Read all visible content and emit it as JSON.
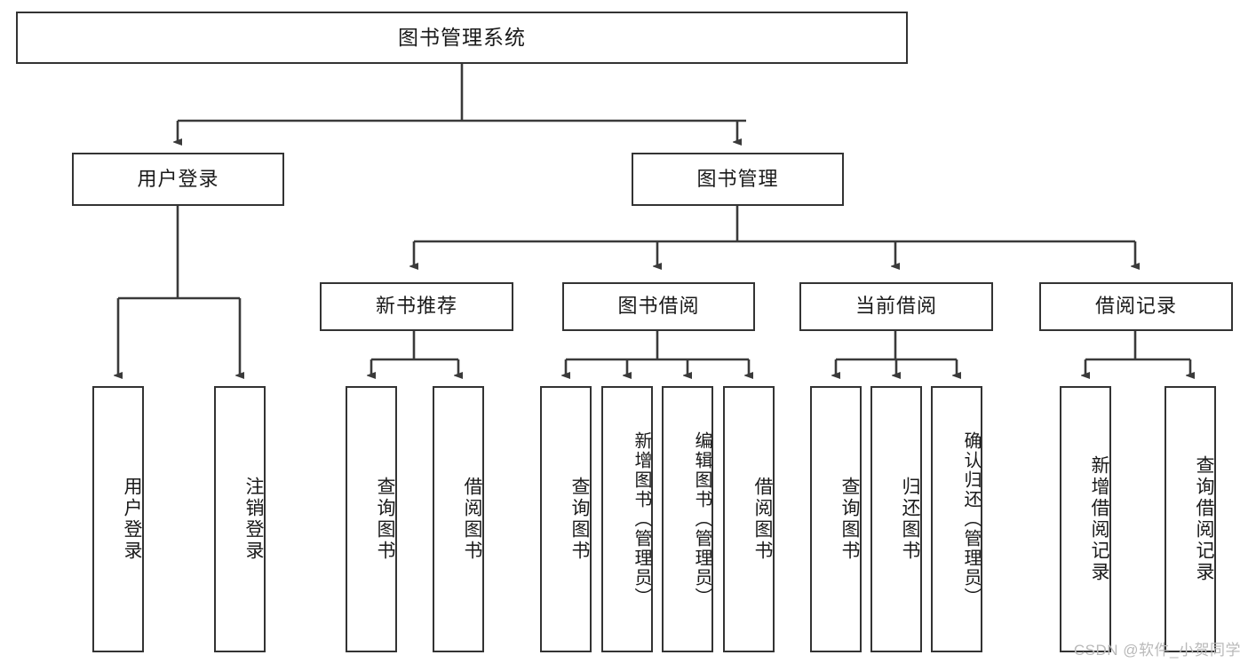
{
  "diagram": {
    "title": "图书管理系统",
    "type": "tree",
    "watermark": "CSDN @软件_小贺同学",
    "colors": {
      "node_border": "#333333",
      "node_fill": "#ffffff",
      "edge": "#3a3a3a",
      "text": "#1a1a1a",
      "watermark": "#b9b9b9",
      "background": "#ffffff"
    },
    "levels": {
      "root": {
        "label": "图书管理系统"
      },
      "level2": [
        {
          "label": "用户登录"
        },
        {
          "label": "图书管理"
        }
      ],
      "level3": [
        {
          "label": "新书推荐"
        },
        {
          "label": "图书借阅"
        },
        {
          "label": "当前借阅"
        },
        {
          "label": "借阅记录"
        }
      ],
      "leaves": {
        "user_login": [
          {
            "label": "用户登录"
          },
          {
            "label": "注销登录"
          }
        ],
        "new_book_recommend": [
          {
            "label": "查询图书"
          },
          {
            "label": "借阅图书"
          }
        ],
        "book_borrow": [
          {
            "label": "查询图书"
          },
          {
            "label": "新增图书（管理员）"
          },
          {
            "label": "编辑图书（管理员）"
          },
          {
            "label": "借阅图书"
          }
        ],
        "current_borrow": [
          {
            "label": "查询图书"
          },
          {
            "label": "归还图书"
          },
          {
            "label": "确认归还（管理员）"
          }
        ],
        "borrow_record": [
          {
            "label": "新增借阅记录"
          },
          {
            "label": "查询借阅记录"
          }
        ]
      }
    }
  }
}
